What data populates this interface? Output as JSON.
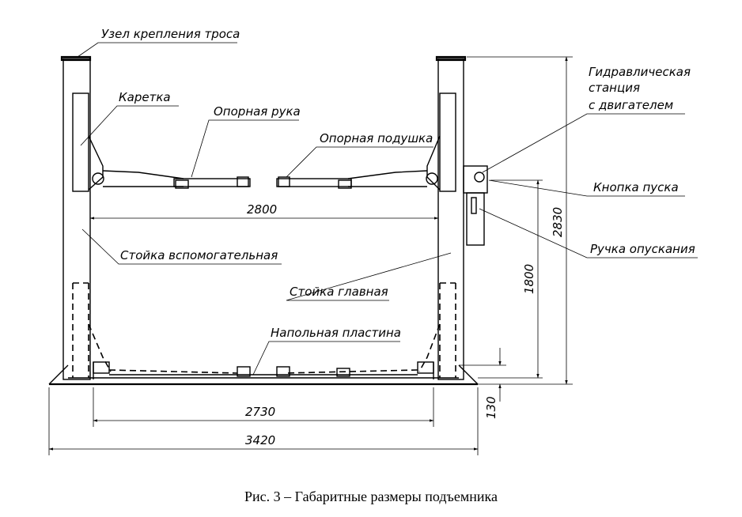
{
  "labels": {
    "cable_mount": "Узел крепления троса",
    "carriage": "Каретка",
    "support_arm": "Опорная рука",
    "support_pad": "Опорная подушка",
    "hydraulic_line1": "Гидравлическая",
    "hydraulic_line2": "станция",
    "hydraulic_line3": "с двигателем",
    "start_button": "Кнопка пуска",
    "lowering_handle": "Ручка опускания",
    "aux_post": "Стойка вспомогательная",
    "main_post": "Стойка главная",
    "floor_plate": "Напольная пластина"
  },
  "dimensions": {
    "arm_span": "2800",
    "height_total": "2830",
    "height_lift": "1800",
    "base_height": "130",
    "inner_width": "2730",
    "outer_width": "3420"
  },
  "caption": "Рис. 3 – Габаритные размеры подъемника"
}
